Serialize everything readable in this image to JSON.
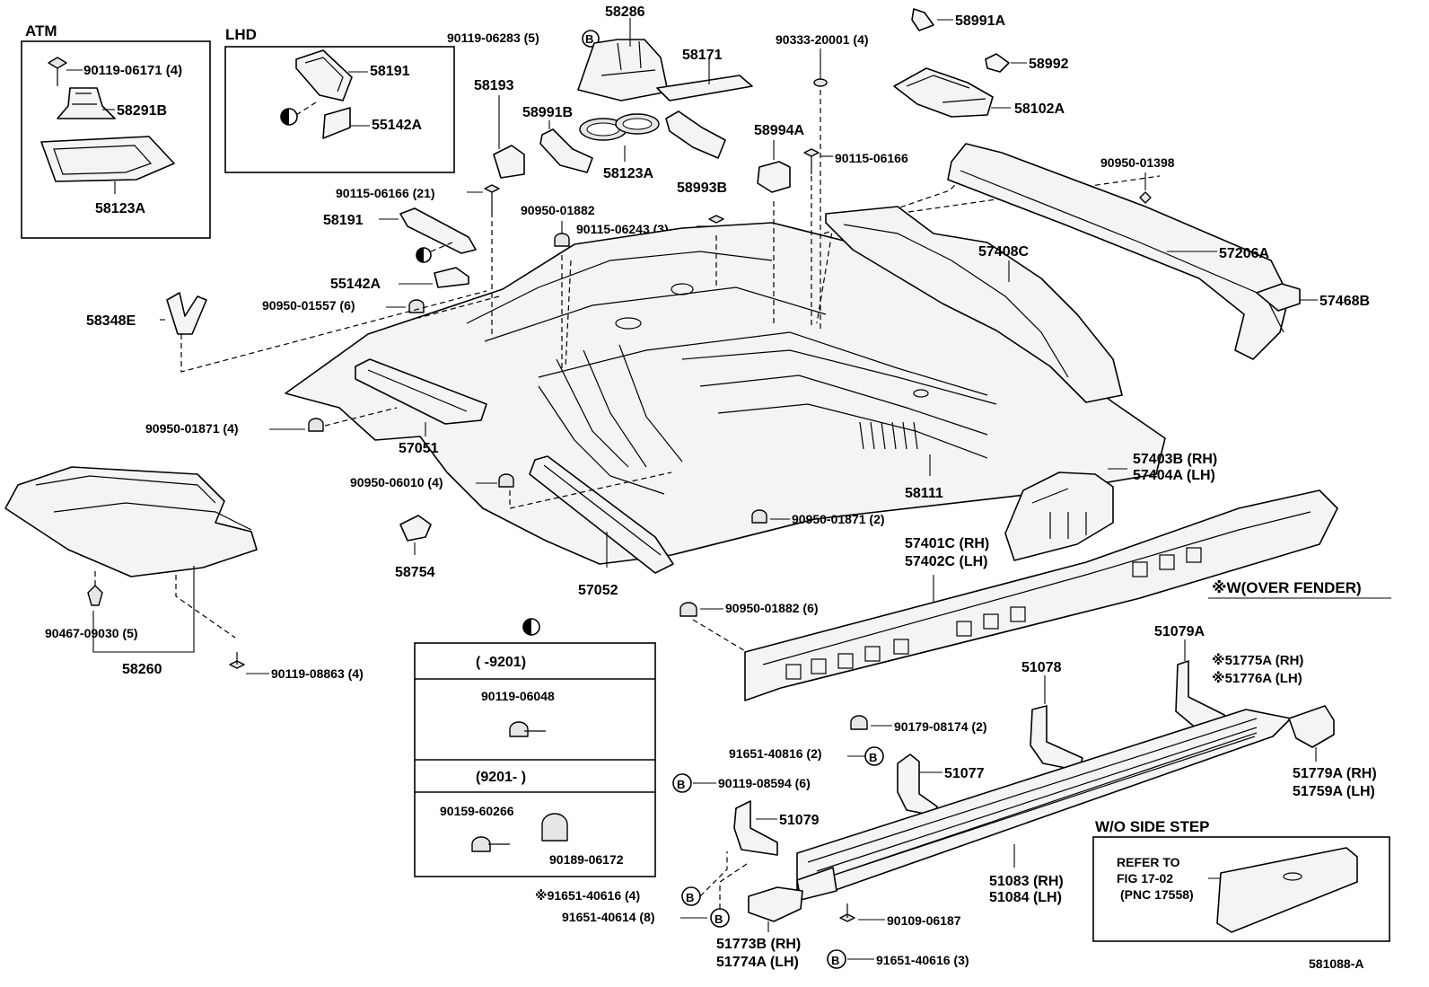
{
  "groups": {
    "atm": "ATM",
    "lhd": "LHD",
    "over_fender": "※W(OVER FENDER)",
    "wo_side_step": "W/O SIDE STEP"
  },
  "refer_note": [
    "REFER TO",
    "FIG 17-02",
    "(PNC 17558)"
  ],
  "figure_id": "581088-A",
  "legend_box": {
    "row1": "(        -9201)",
    "row1_part": "90119-06048",
    "row2": "(9201-        )",
    "row2_part_a": "90159-60266",
    "row2_part_b": "90189-06172"
  },
  "labels": [
    {
      "id": "l01",
      "text": "90119-06171 (4)"
    },
    {
      "id": "l02",
      "text": "58291B"
    },
    {
      "id": "l03",
      "text": "58123A"
    },
    {
      "id": "l04",
      "text": "58191"
    },
    {
      "id": "l05",
      "text": "55142A"
    },
    {
      "id": "l06",
      "text": "90119-06283 (5)"
    },
    {
      "id": "l07",
      "text": "58286"
    },
    {
      "id": "l08",
      "text": "58171"
    },
    {
      "id": "l09",
      "text": "58193"
    },
    {
      "id": "l10",
      "text": "58991B"
    },
    {
      "id": "l11",
      "text": "58123A"
    },
    {
      "id": "l12",
      "text": "58993B"
    },
    {
      "id": "l13",
      "text": "90333-20001 (4)"
    },
    {
      "id": "l14",
      "text": "58991A"
    },
    {
      "id": "l15",
      "text": "58992"
    },
    {
      "id": "l16",
      "text": "58102A"
    },
    {
      "id": "l17",
      "text": "58994A"
    },
    {
      "id": "l18",
      "text": "90115-06166"
    },
    {
      "id": "l19",
      "text": "90950-01398"
    },
    {
      "id": "l20",
      "text": "90115-06166 (21)"
    },
    {
      "id": "l21",
      "text": "90950-01882"
    },
    {
      "id": "l22",
      "text": "90115-06243 (3)"
    },
    {
      "id": "l23",
      "text": "58191"
    },
    {
      "id": "l24",
      "text": "57408C"
    },
    {
      "id": "l25",
      "text": "57206A"
    },
    {
      "id": "l26",
      "text": "55142A"
    },
    {
      "id": "l27",
      "text": "90950-01557 (6)"
    },
    {
      "id": "l28",
      "text": "57468B"
    },
    {
      "id": "l29",
      "text": "58348E"
    },
    {
      "id": "l30",
      "text": "90950-01871 (4)"
    },
    {
      "id": "l31",
      "text": "57051"
    },
    {
      "id": "l32",
      "text": "58111"
    },
    {
      "id": "l33",
      "text": "57403B (RH)"
    },
    {
      "id": "l34",
      "text": "57404A (LH)"
    },
    {
      "id": "l35",
      "text": "90950-06010 (4)"
    },
    {
      "id": "l36",
      "text": "90950-01871 (2)"
    },
    {
      "id": "l37",
      "text": "58754"
    },
    {
      "id": "l38",
      "text": "57052"
    },
    {
      "id": "l39",
      "text": "57401C (RH)"
    },
    {
      "id": "l40",
      "text": "57402C (LH)"
    },
    {
      "id": "l41",
      "text": "90950-01882 (6)"
    },
    {
      "id": "l42",
      "text": "90467-09030 (5)"
    },
    {
      "id": "l43",
      "text": "58260"
    },
    {
      "id": "l44",
      "text": "90119-08863 (4)"
    },
    {
      "id": "l45",
      "text": "51079A"
    },
    {
      "id": "l46",
      "text": "51078"
    },
    {
      "id": "l47",
      "text": "※51775A (RH)"
    },
    {
      "id": "l48",
      "text": "※51776A (LH)"
    },
    {
      "id": "l49",
      "text": "90179-08174 (2)"
    },
    {
      "id": "l50",
      "text": "91651-40816 (2)"
    },
    {
      "id": "l51",
      "text": "51077"
    },
    {
      "id": "l52",
      "text": "90119-08594 (6)"
    },
    {
      "id": "l53",
      "text": "51079"
    },
    {
      "id": "l54",
      "text": "51779A (RH)"
    },
    {
      "id": "l55",
      "text": "51759A (LH)"
    },
    {
      "id": "l56",
      "text": "51083 (RH)"
    },
    {
      "id": "l57",
      "text": "51084 (LH)"
    },
    {
      "id": "l58",
      "text": "※91651-40616 (4)"
    },
    {
      "id": "l59",
      "text": "91651-40614 (8)"
    },
    {
      "id": "l60",
      "text": "90109-06187"
    },
    {
      "id": "l61",
      "text": "51773B (RH)"
    },
    {
      "id": "l62",
      "text": "51774A (LH)"
    },
    {
      "id": "l63",
      "text": "91651-40616 (3)"
    }
  ],
  "circle_symbol": "B"
}
